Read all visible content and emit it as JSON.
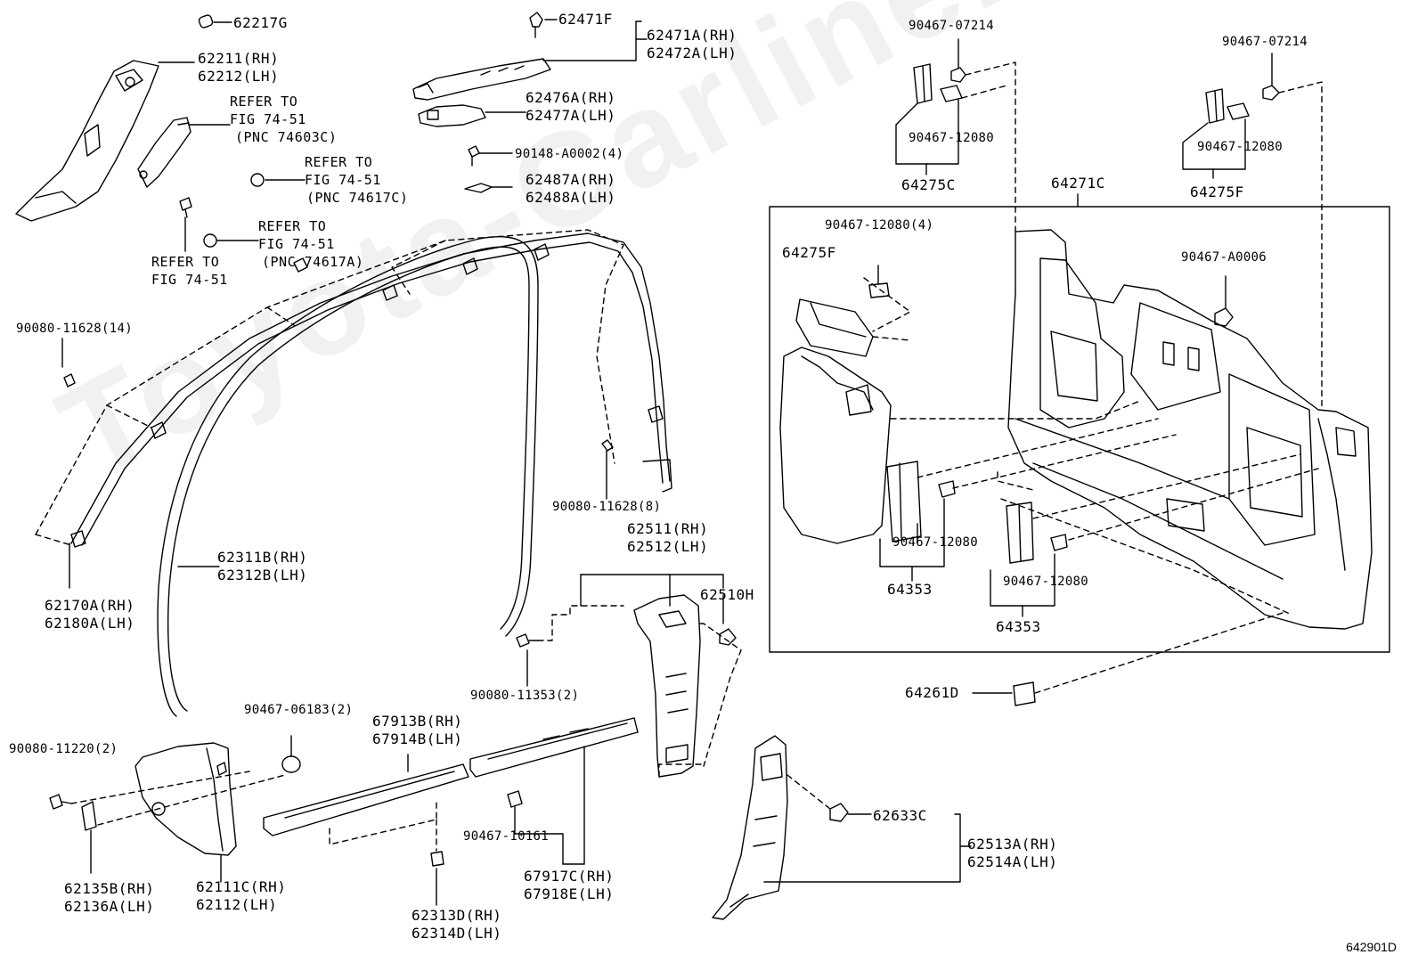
{
  "diagram_id": "642901D",
  "watermark": "Toyota-Carline.ru",
  "colors": {
    "line": "#000000",
    "part_fill": "#ffffff",
    "background": "#ffffff"
  },
  "labels": {
    "l_62217G": "62217G",
    "l_62211": "62211(RH)",
    "l_62212": "62212(LH)",
    "l_ref1_a": "REFER TO",
    "l_ref1_b": "FIG 74-51",
    "l_ref1_c": "(PNC 74603C)",
    "l_ref2_a": "REFER TO",
    "l_ref2_b": "FIG 74-51",
    "l_ref2_c": "(PNC 74617C)",
    "l_ref3_a": "REFER TO",
    "l_ref3_b": "FIG 74-51",
    "l_ref3_c": "(PNC 74617A)",
    "l_ref4_a": "REFER TO",
    "l_ref4_b": "FIG 74-51",
    "l_62471F": "62471F",
    "l_62471A": "62471A(RH)",
    "l_62472A": "62472A(LH)",
    "l_62476A": "62476A(RH)",
    "l_62477A": "62477A(LH)",
    "l_90148": "90148-A0002(4)",
    "l_62487A": "62487A(RH)",
    "l_62488A": "62488A(LH)",
    "l_90467_07214_a": "90467-07214",
    "l_90467_12080_a": "90467-12080",
    "l_64275C": "64275C",
    "l_90467_07214_b": "90467-07214",
    "l_90467_12080_b": "90467-12080",
    "l_64275F_top": "64275F",
    "l_64271C": "64271C",
    "l_90467_12080_4": "90467-12080(4)",
    "l_64275F_box": "64275F",
    "l_90467_A0006": "90467-A0006",
    "l_90080_11628_14": "90080-11628(14)",
    "l_62170A": "62170A(RH)",
    "l_62180A": "62180A(LH)",
    "l_62311B": "62311B(RH)",
    "l_62312B": "62312B(LH)",
    "l_90080_11628_8": "90080-11628(8)",
    "l_62511": "62511(RH)",
    "l_62512": "62512(LH)",
    "l_62510H": "62510H",
    "l_90080_11353": "90080-11353(2)",
    "l_90467_12080_c": "90467-12080",
    "l_64353_a": "64353",
    "l_90467_12080_d": "90467-12080",
    "l_64353_b": "64353",
    "l_64261D": "64261D",
    "l_90080_11220": "90080-11220(2)",
    "l_90467_06183": "90467-06183(2)",
    "l_67913B": "67913B(RH)",
    "l_67914B": "67914B(LH)",
    "l_62135B": "62135B(RH)",
    "l_62136A": "62136A(LH)",
    "l_62111C": "62111C(RH)",
    "l_62112": "62112(LH)",
    "l_90467_10161": "90467-10161",
    "l_67917C": "67917C(RH)",
    "l_67918E": "67918E(LH)",
    "l_62313D": "62313D(RH)",
    "l_62314D": "62314D(LH)",
    "l_62633C": "62633C",
    "l_62513A": "62513A(RH)",
    "l_62514A": "62514A(LH)"
  }
}
